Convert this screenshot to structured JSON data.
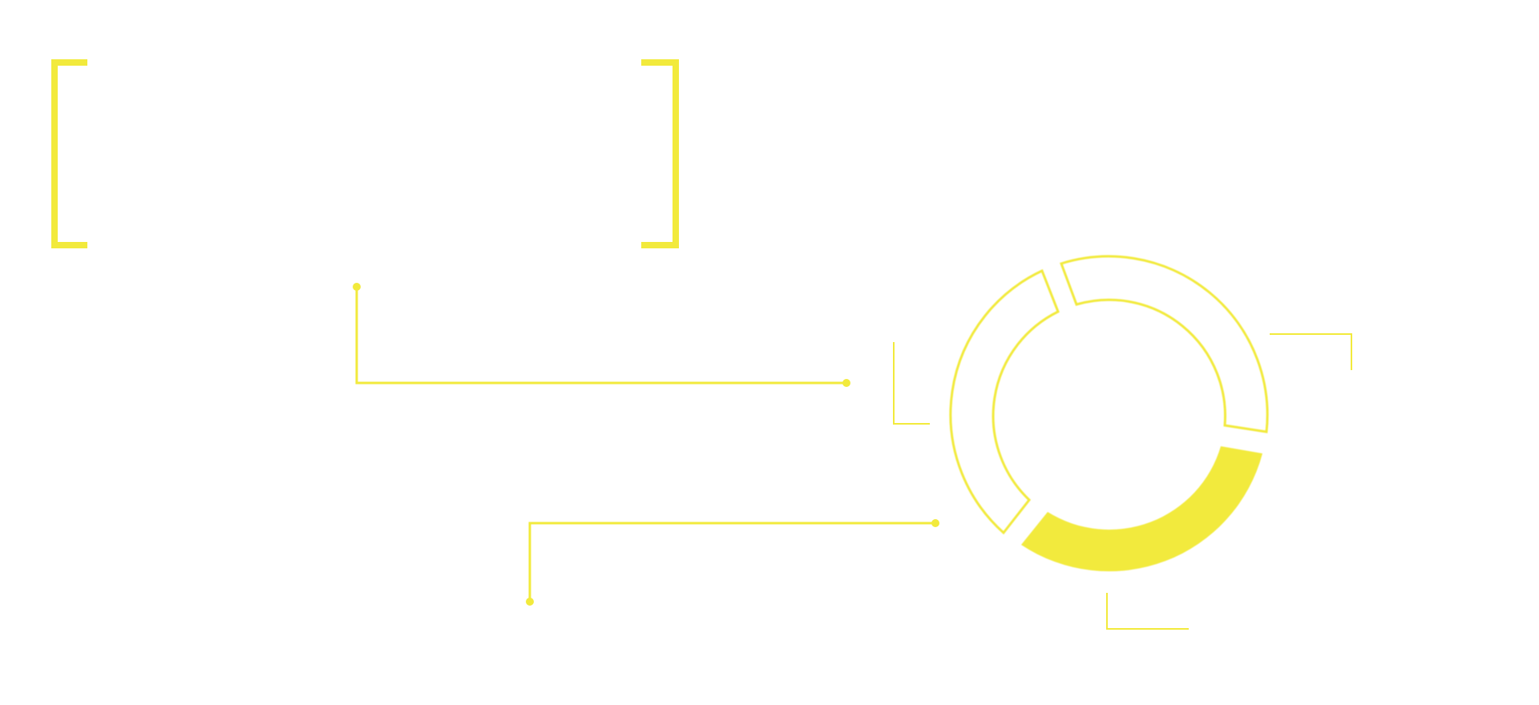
{
  "theme": {
    "accent": "#f2ea3c",
    "stroke_soft": "#f5ee6e",
    "background": "#ffffff"
  },
  "graphic": {
    "type": "decorative-hud-overlay",
    "ring_segments": [
      {
        "name": "segment-top-right",
        "style": "outline"
      },
      {
        "name": "segment-left",
        "style": "outline"
      },
      {
        "name": "segment-bottom",
        "style": "filled"
      }
    ],
    "connectors": [
      "upper-connector",
      "lower-connector"
    ],
    "corner_marks": [
      "left-corner",
      "top-right-corner",
      "bottom-corner"
    ]
  }
}
